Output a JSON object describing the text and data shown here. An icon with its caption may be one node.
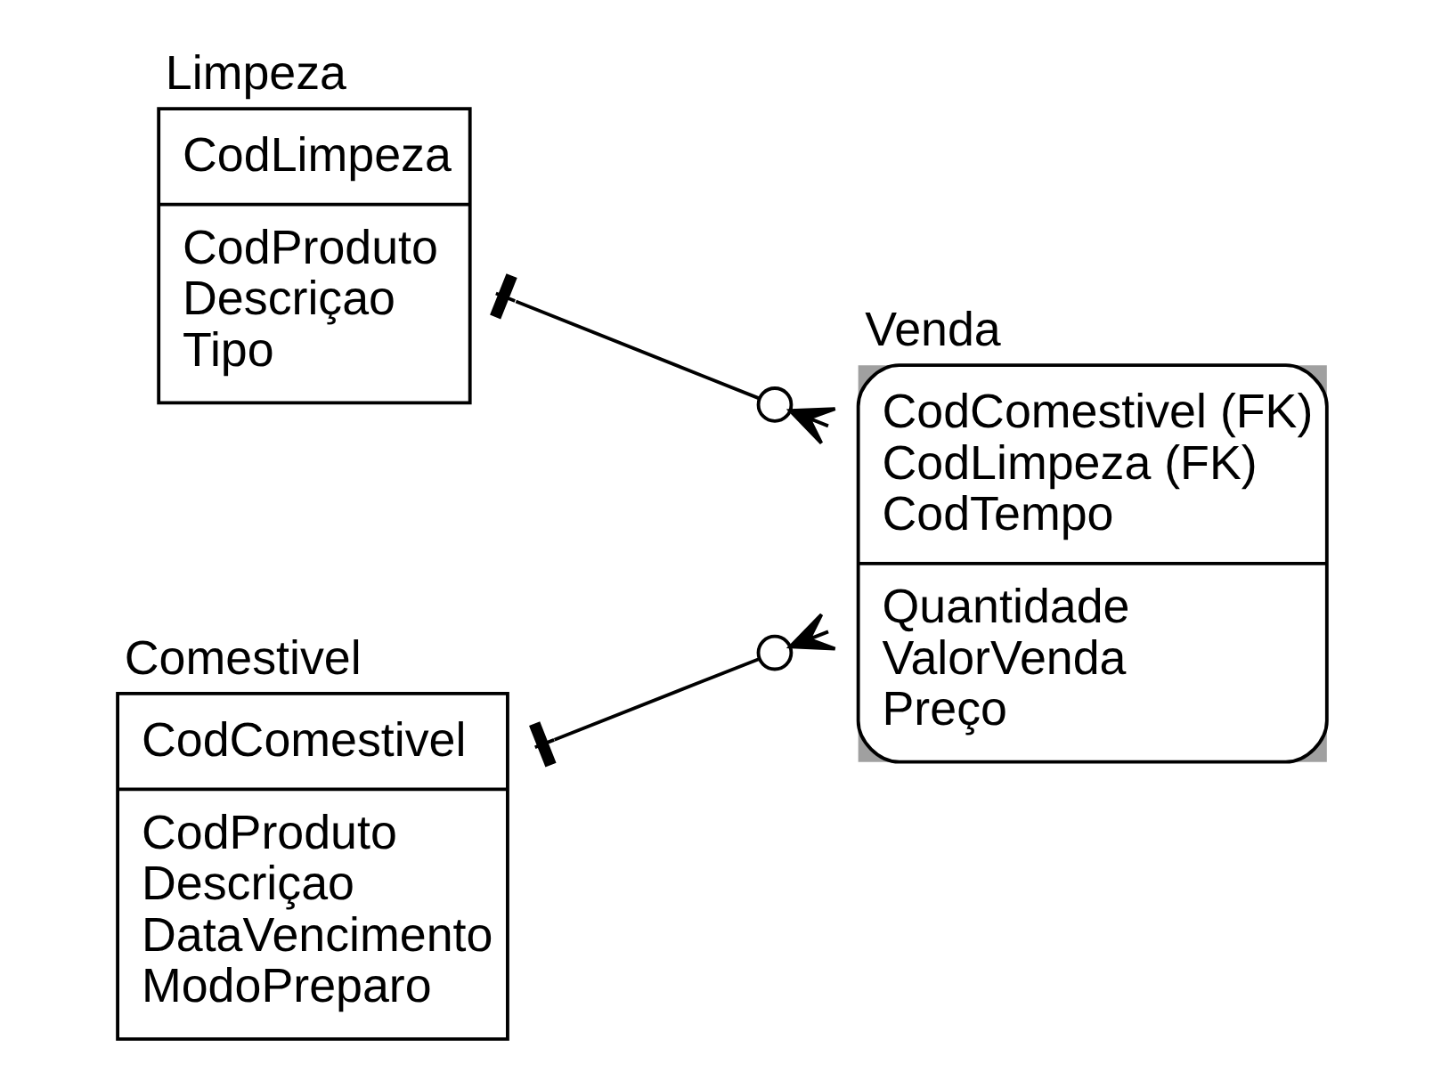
{
  "diagram": {
    "nodes": [
      {
        "text": [
          "Limpeza",
          "CodLimpeza",
          "CodProduto Descriçao Tipo"
        ]
      },
      {
        "text": [
          "Venda",
          "CodComestivel (FK) CodLimpeza (FK) CodTempo",
          "Quantidade ValorVenda Preço"
        ]
      },
      {
        "text": [
          "Comestivel",
          "CodComestivel",
          "CodProduto Descriçao DataVencimento ModoPreparo"
        ]
      }
    ],
    "edges": [
      {
        "from": 0,
        "to": 1,
        "arrow": "other"
      },
      {
        "from": 2,
        "to": 1,
        "arrow": "other"
      }
    ]
  }
}
